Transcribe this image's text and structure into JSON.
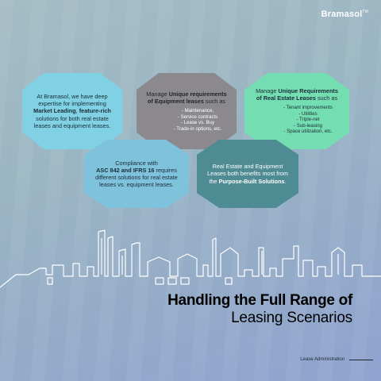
{
  "brand": {
    "name": "Bramasol",
    "tm": "TM"
  },
  "hexagons": {
    "expertise": {
      "pre": "At Bramasol, we have deep expertise for implementing",
      "bold1": "Market Leading",
      "bold2": "feature-rich",
      "post": "solutions for both real estate leases and equipment leases.",
      "color": "#7fd1e3"
    },
    "equipment": {
      "pre": "Manage",
      "bold": "Unique requirements of Equipment leases",
      "post": "such as",
      "items": [
        "Maintenance,",
        "Service contracts",
        "Lease vs. Buy",
        "Trade-in options, etc."
      ],
      "color": "#8b898e"
    },
    "real_estate": {
      "pre": "Manage",
      "bold": "Unique Requirements of Real Estate Leases",
      "post": "such as",
      "items": [
        "Tenant improvements",
        "Utilities",
        "Triple-net",
        "Sub-leasing",
        "Space utilization, etc."
      ],
      "color": "#74ddb1"
    },
    "compliance": {
      "pre": "Compliance with",
      "bold": "ASC 842 and IFRS 16",
      "post": "requires different solutions for real estate leases vs. equipment leases.",
      "color": "#7ec2dc"
    },
    "purpose_built": {
      "pre": "Real Estate and Equipment Leases both benefits most from the",
      "bold": "Purpose-Built Solutions",
      "post": ".",
      "color": "#4e8b93"
    }
  },
  "headline": {
    "line1": "Handling the Full Range of",
    "line2": "Leasing Scenarios"
  },
  "footer": {
    "label": "Lease Administration"
  }
}
